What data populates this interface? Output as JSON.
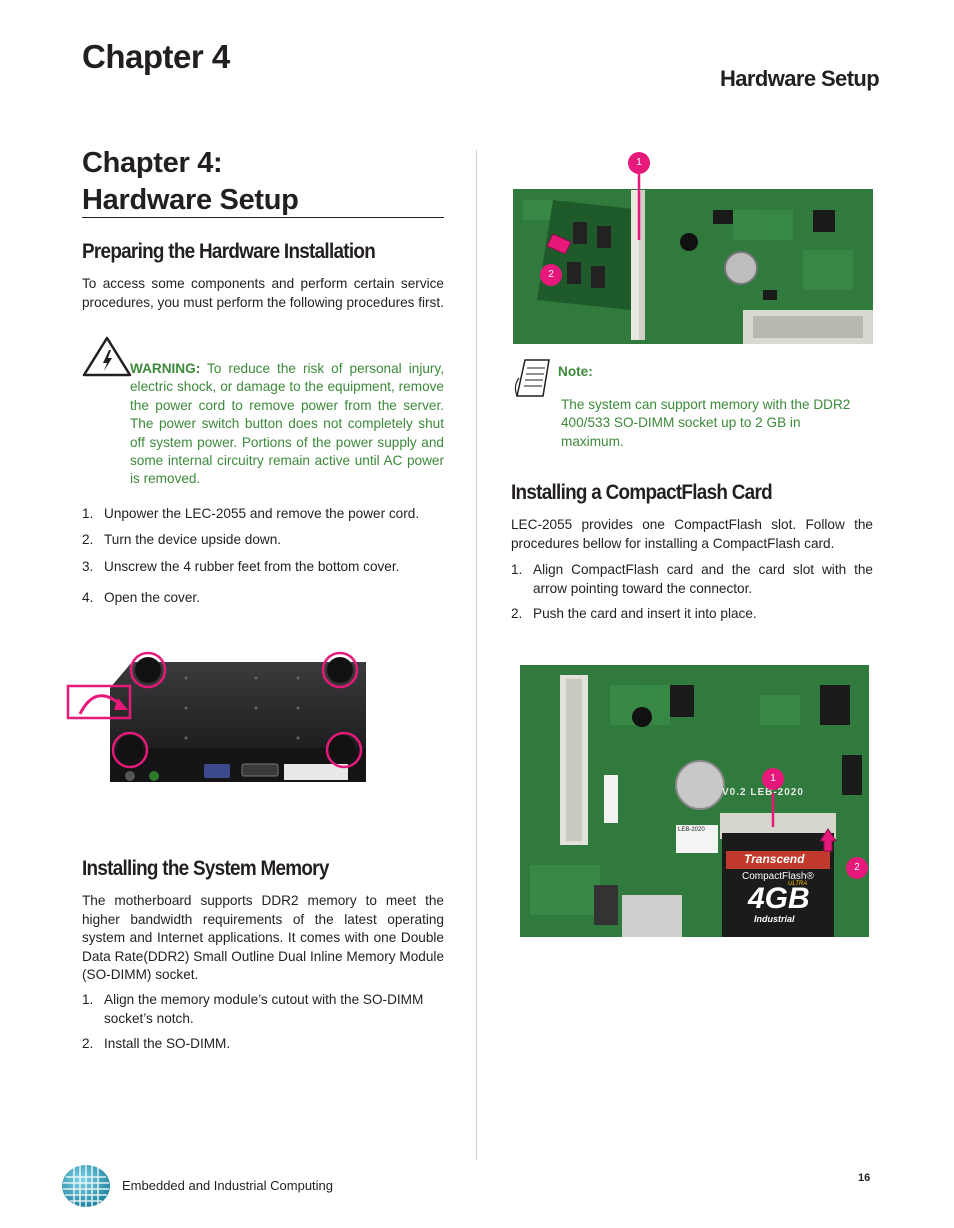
{
  "header": {
    "chapter": "Chapter 4",
    "section": "Hardware Setup"
  },
  "title": {
    "line1": "Chapter 4:",
    "line2": "Hardware Setup"
  },
  "prep": {
    "heading": "Preparing the Hardware Installation",
    "intro": "To access some components and perform certain service procedures, you must perform  the following procedures first.",
    "warning_label": "WARNING:",
    "warning_text": " To reduce the risk of personal injury, electric shock, or damage to the equipment, remove the power cord to remove power from the server. The power switch button does not completely shut off system power. Portions of the power supply and some internal circuitry remain active until AC power is removed.",
    "steps": [
      {
        "n": "1.",
        "text": "Unpower the LEC-2055 and remove the power cord."
      },
      {
        "n": "2.",
        "text": "Turn the device upside down."
      },
      {
        "n": "3.",
        "text": "Unscrew the 4 rubber feet from the bottom cover."
      },
      {
        "n": "4.",
        "text": "Open the cover."
      }
    ]
  },
  "memory": {
    "heading": "Installing the System Memory",
    "intro": "The motherboard supports DDR2 memory to meet the higher bandwidth requirements of the latest operating system and Internet applications. It comes with one Double Data Rate(DDR2) Small Outline Dual Inline Memory Module (SO-DIMM) socket.",
    "steps": [
      {
        "n": "1.",
        "text": "Align the memory module’s cutout with the SO-DIMM socket’s notch."
      },
      {
        "n": "2.",
        "text": "Install the SO-DIMM."
      }
    ]
  },
  "memory_photo": {
    "callout1": "1",
    "callout2": "2"
  },
  "note": {
    "label": "Note:",
    "text": "The system  can support memory with the DDR2 400/533 SO-DIMM socket up to 2 GB in maximum."
  },
  "cf": {
    "heading": "Installing a CompactFlash Card",
    "intro": "LEC-2055 provides one CompactFlash slot. Follow the procedures bellow for installing a CompactFlash card.",
    "steps": [
      {
        "n": "1.",
        "text": "Align CompactFlash card and the card slot with the arrow pointing toward the connector."
      },
      {
        "n": "2.",
        "text": "Push the card and insert it into place."
      }
    ]
  },
  "cf_photo": {
    "callout1": "1",
    "callout2": "2",
    "card_brand": "Transcend",
    "card_type": "CompactFlash®",
    "card_capacity": "4GB",
    "card_ultra": "ULTRA",
    "card_grade": "Industrial",
    "board_label": "V0.2  LEB-2020",
    "sticker": "LEB-2020"
  },
  "footer": {
    "text": "Embedded and Industrial Computing",
    "page": "16"
  },
  "colors": {
    "accent_green": "#3c8a3a",
    "callout_pink": "#e6197a",
    "pcb_green": "#2f7a3c"
  }
}
